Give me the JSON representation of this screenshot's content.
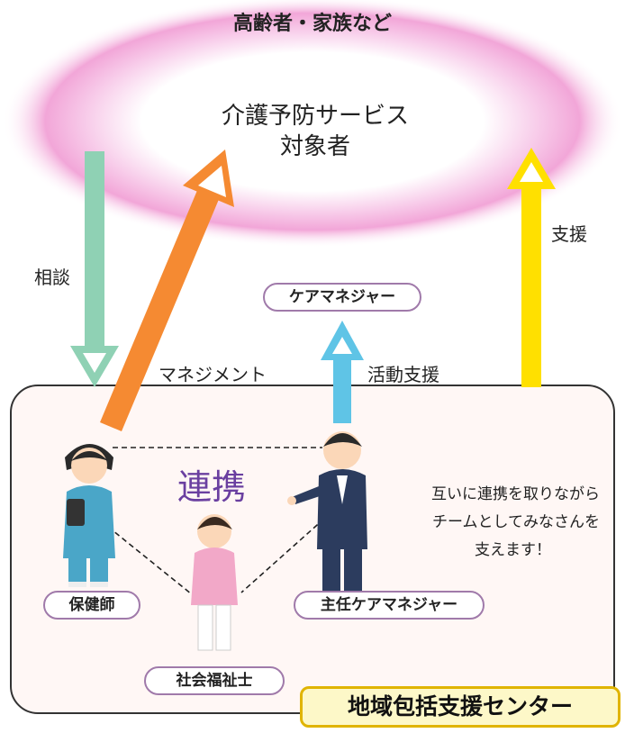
{
  "top_label": "高齢者・家族など",
  "target_line1": "介護予防サービス",
  "target_line2": "対象者",
  "arrows": {
    "soudan": "相談",
    "shien": "支援",
    "management": "マネジメント",
    "katsudou_shien": "活動支援"
  },
  "roles": {
    "care_manager": "ケアマネジャー",
    "public_health_nurse": "保健師",
    "chief_care_manager": "主任ケアマネジャー",
    "social_worker": "社会福祉士"
  },
  "renkei": "連携",
  "message_line1": "互いに連携を取りながら",
  "message_line2": "チームとしてみなさんを",
  "message_line3": "支えます！",
  "center_name": "地域包括支援センター",
  "colors": {
    "cloud": "#f2a6d8",
    "soudan_arrow": "#8fd1b4",
    "management_arrow": "#f58a32",
    "katsudou_arrow": "#5fc4e6",
    "shien_arrow": "#ffe000",
    "renkei_text": "#6a3fa0",
    "center_label_border": "#e0b400"
  }
}
